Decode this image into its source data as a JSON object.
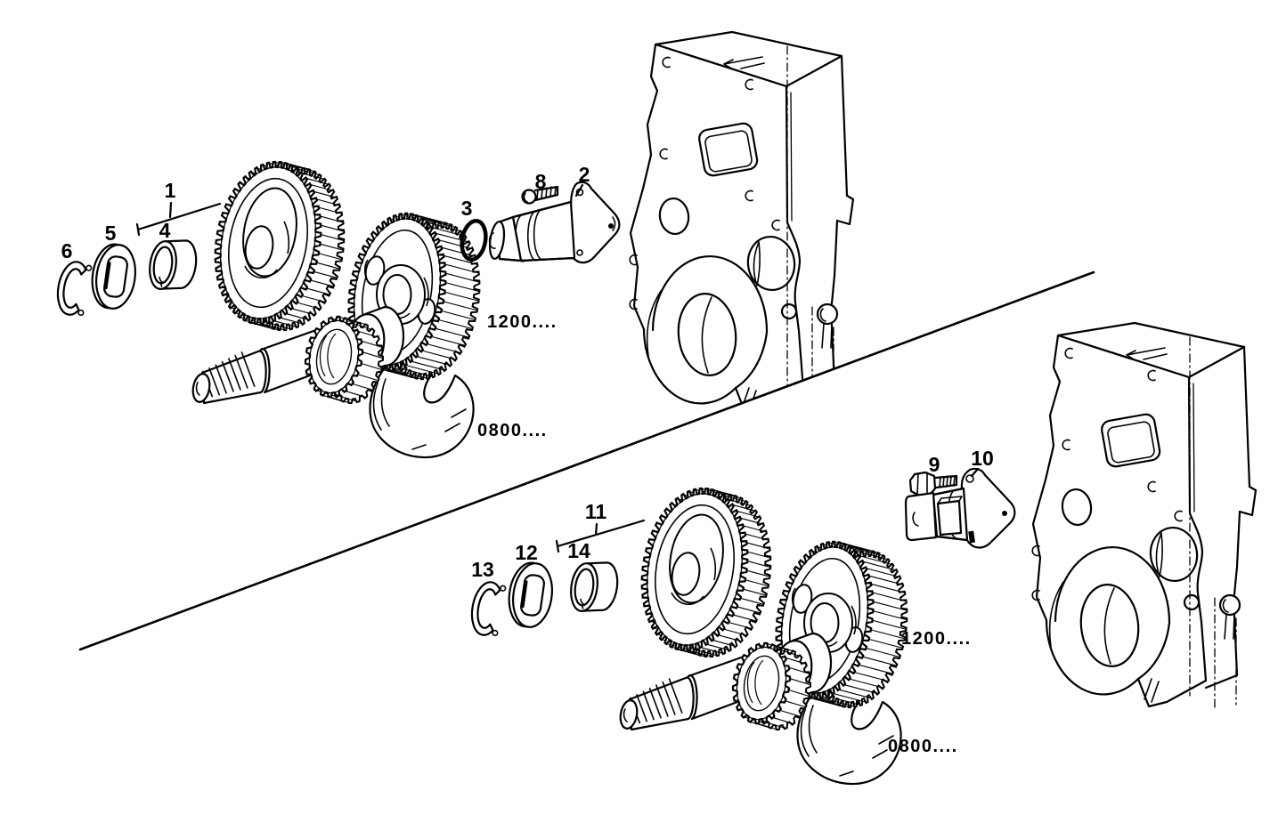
{
  "diagram": {
    "callouts": {
      "c1": "1",
      "c2": "2",
      "c3": "3",
      "c4": "4",
      "c5": "5",
      "c6": "6",
      "c8": "8",
      "c9": "9",
      "c10": "10",
      "c11": "11",
      "c12": "12",
      "c13": "13",
      "c14": "14"
    },
    "refs": {
      "top_gear": "1200....",
      "top_shaft": "0800....",
      "bottom_gear": "1200....",
      "bottom_shaft": "0800...."
    },
    "colors": {
      "ink": "#000000",
      "paper": "#ffffff"
    }
  }
}
